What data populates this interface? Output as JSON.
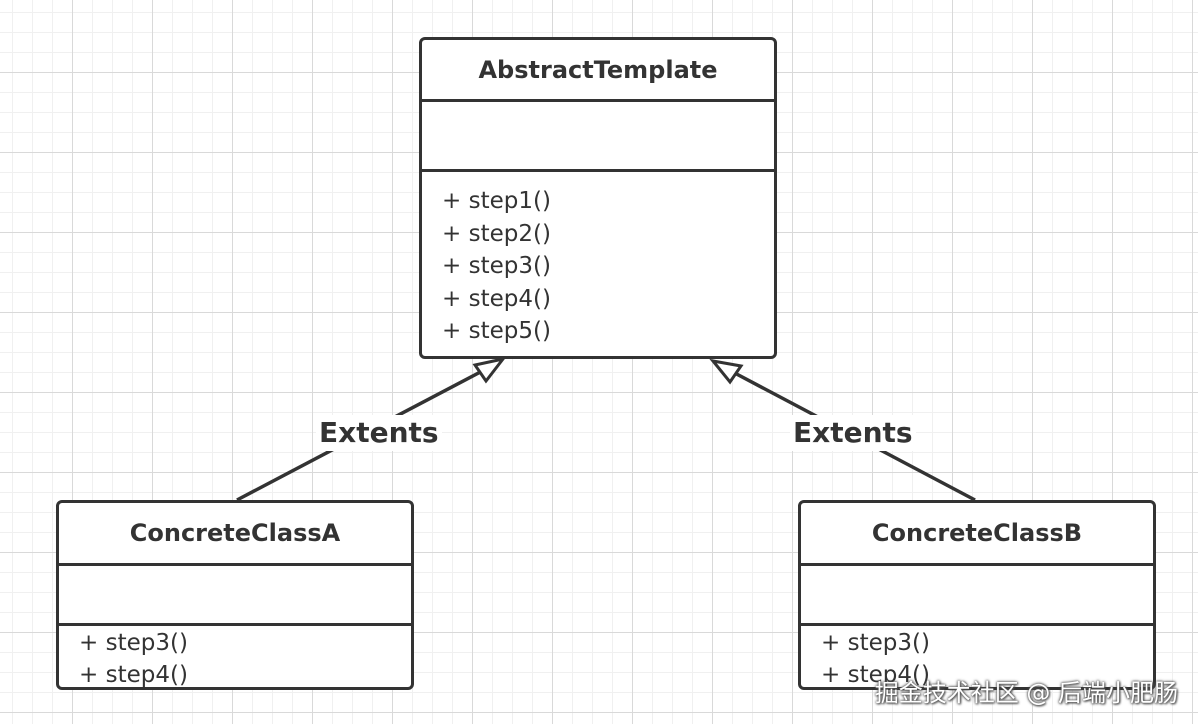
{
  "diagram": {
    "classes": {
      "abstract": {
        "name": "AbstractTemplate",
        "methods": [
          "+ step1()",
          "+ step2()",
          "+ step3()",
          "+ step4()",
          "+ step5()"
        ]
      },
      "concrete_a": {
        "name": "ConcreteClassA",
        "methods": [
          "+ step3()",
          "+ step4()"
        ]
      },
      "concrete_b": {
        "name": "ConcreteClassB",
        "methods": [
          "+ step3()",
          "+ step4()"
        ]
      }
    },
    "relations": [
      {
        "from": "ConcreteClassA",
        "to": "AbstractTemplate",
        "type": "generalization",
        "label": "Extents"
      },
      {
        "from": "ConcreteClassB",
        "to": "AbstractTemplate",
        "type": "generalization",
        "label": "Extents"
      }
    ]
  },
  "watermark": "掘金技术社区 @ 后端小肥肠",
  "colors": {
    "stroke": "#333333",
    "background": "#ffffff",
    "grid": "#d9d9d9"
  }
}
